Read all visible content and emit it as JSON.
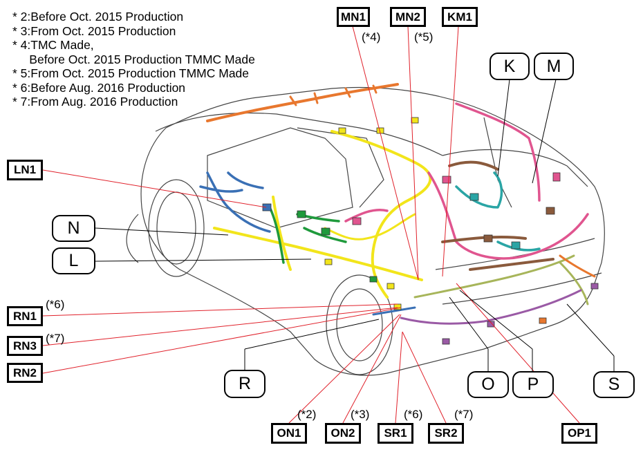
{
  "notes": [
    "* 2:Before Oct. 2015 Production",
    "* 3:From Oct. 2015 Production",
    "* 4:TMC Made,",
    "     Before Oct. 2015 Production TMMC Made",
    "* 5:From Oct. 2015 Production TMMC Made",
    "* 6:Before Aug. 2016 Production",
    "* 7:From Aug. 2016 Production"
  ],
  "connectors": {
    "MN1": "MN1",
    "MN2": "MN2",
    "KM1": "KM1",
    "LN1": "LN1",
    "RN1": "RN1",
    "RN3": "RN3",
    "RN2": "RN2",
    "ON1": "ON1",
    "ON2": "ON2",
    "SR1": "SR1",
    "SR2": "SR2",
    "OP1": "OP1"
  },
  "harnesses": {
    "K": "K",
    "M": "M",
    "N": "N",
    "L": "L",
    "R": "R",
    "O": "O",
    "P": "P",
    "S": "S"
  },
  "footnote_marks": {
    "MN1": "(*4)",
    "MN2": "(*5)",
    "RN1": "(*6)",
    "RN3": "(*7)",
    "ON1": "(*2)",
    "ON2": "(*3)",
    "SR1": "(*6)",
    "SR2": "(*7)"
  },
  "colors": {
    "leader_red": "#e0202a",
    "orange": "#e8772e",
    "yellow": "#f2e51b",
    "pink": "#e0558f",
    "brown": "#8a5a3c",
    "teal": "#2aa5a5",
    "green": "#1f9a3c",
    "blue": "#3a70b5",
    "purple": "#9a5aa5",
    "olive": "#a7b55a"
  }
}
